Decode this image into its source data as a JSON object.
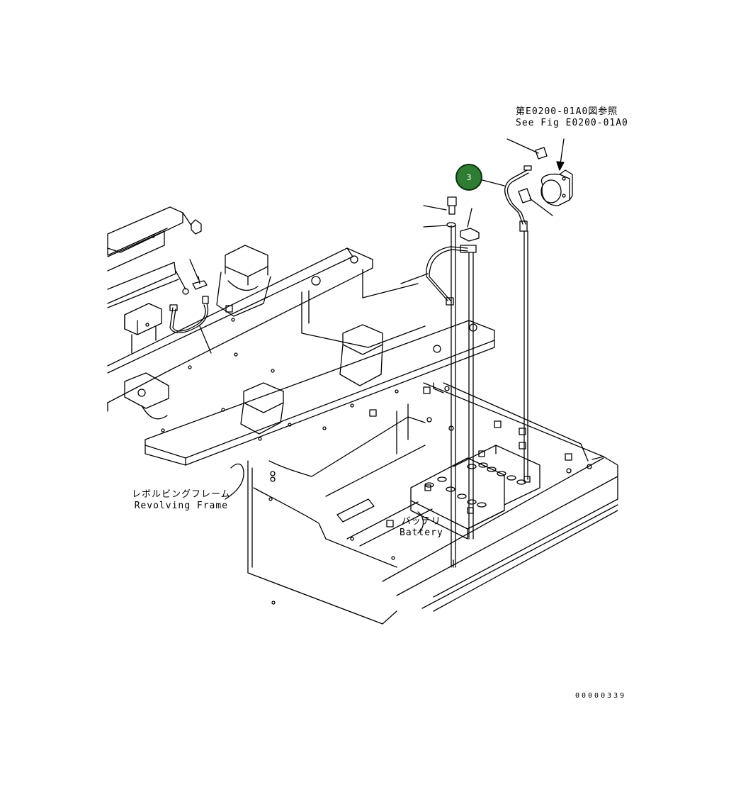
{
  "reference_note": {
    "line_jp": "第E0200-01A0図参照",
    "line_en": "See Fig E0200-01A0"
  },
  "labels": {
    "revolving_frame_jp": "レボルビングフレーム",
    "revolving_frame_en": "Revolving Frame",
    "battery_jp": "バッテリ",
    "battery_en": "Battery"
  },
  "callout": {
    "number": "3",
    "color": "#2e7d32"
  },
  "figure_number": "00000339"
}
